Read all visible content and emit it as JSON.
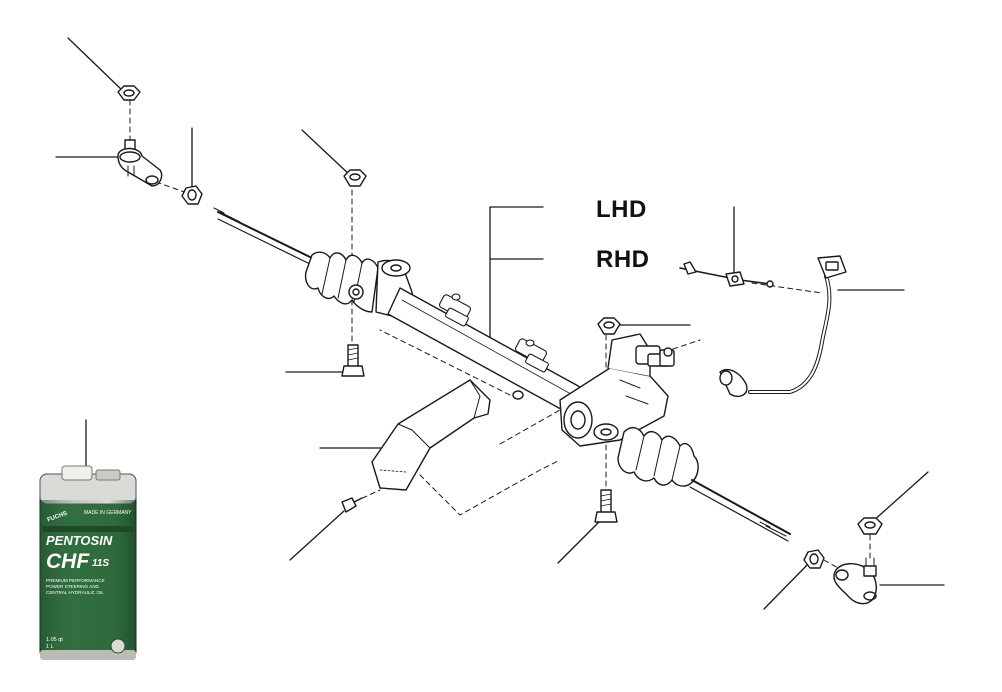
{
  "labels": {
    "lhd": "LHD",
    "rhd": "RHD"
  },
  "fluid_can": {
    "brand": "FUCHS",
    "made_in": "MADE IN GERMANY",
    "product_line": "PENTOSIN",
    "product_name": "CHF",
    "product_code": "11S",
    "description_1": "PREMIUM PERFORMANCE",
    "description_2": "POWER STEERING AND",
    "description_3": "CENTRAL HYDRAULIC OIL",
    "volume_1": "1.05 qt",
    "volume_2": "1 L"
  },
  "colors": {
    "line": "#1a1a1a",
    "can_green": "#2f6b3d",
    "can_dark": "#1f4a2a",
    "can_top": "#d9dcd6"
  }
}
